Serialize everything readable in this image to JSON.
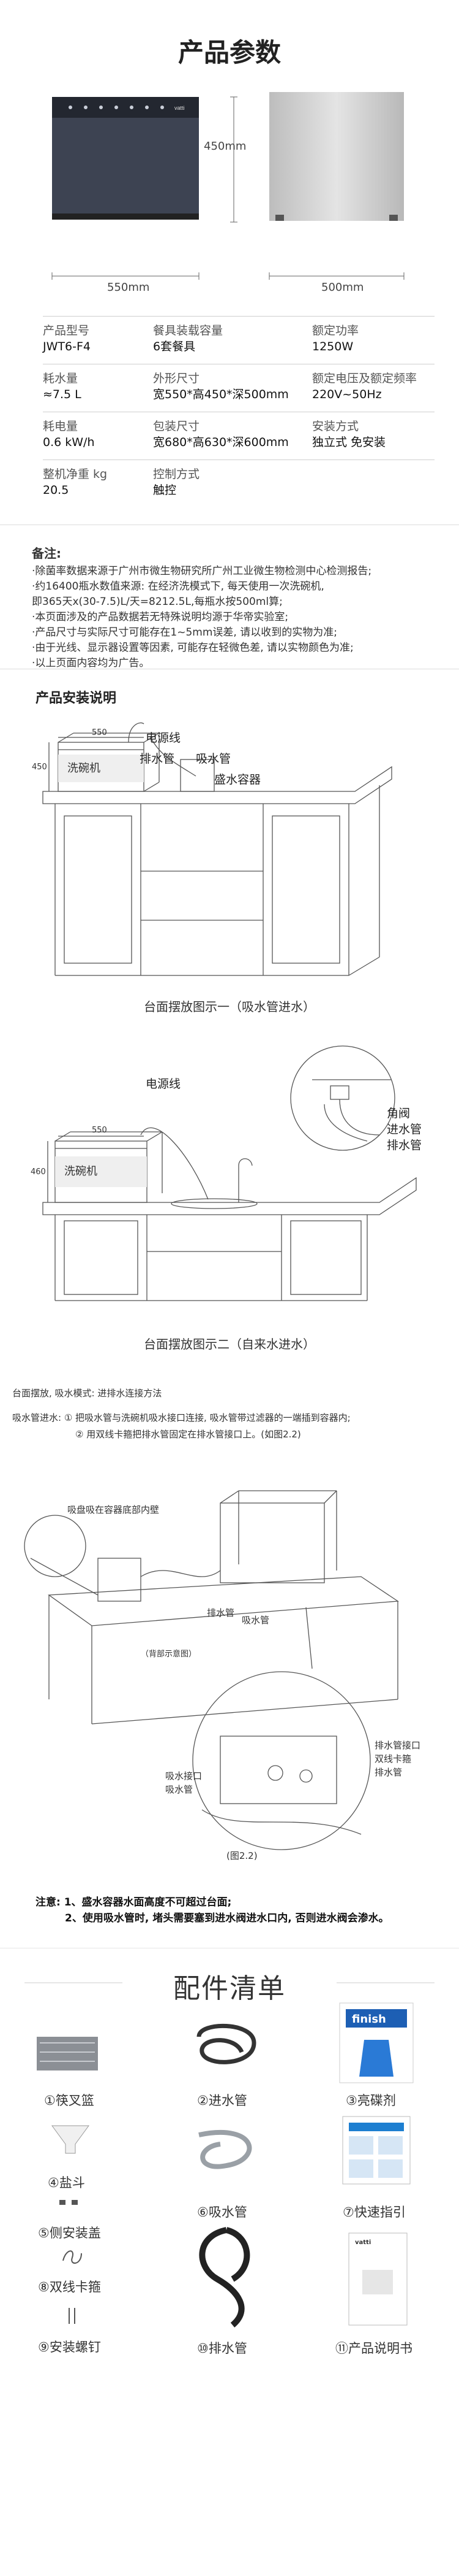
{
  "header": {
    "title": "产品参数"
  },
  "dimensions": {
    "width": "550mm",
    "height": "450mm",
    "depth": "500mm"
  },
  "specs": [
    [
      {
        "k": "产品型号",
        "v": "JWT6-F4"
      },
      {
        "k": "餐具装载容量",
        "v": "6套餐具"
      },
      {
        "k": "额定功率",
        "v": "1250W"
      }
    ],
    [
      {
        "k": "耗水量",
        "v": "≈7.5 L"
      },
      {
        "k": "外形尺寸",
        "v": "宽550*高450*深500mm"
      },
      {
        "k": "额定电压及额定频率",
        "v": "220V~50Hz"
      }
    ],
    [
      {
        "k": "耗电量",
        "v": "0.6 kW/h"
      },
      {
        "k": "包装尺寸",
        "v": "宽680*高630*深600mm"
      },
      {
        "k": "安装方式",
        "v": "独立式 免安装"
      }
    ],
    [
      {
        "k": "整机净重 kg",
        "v": "20.5"
      },
      {
        "k": "控制方式",
        "v": "触控"
      },
      {
        "k": "",
        "v": ""
      }
    ]
  ],
  "notes": {
    "title": "备注:",
    "lines": [
      "·除菌率数据来源于广州市微生物研究所广州工业微生物检测中心检测报告;",
      "·约16400瓶水数值来源: 在经济洗模式下, 每天使用一次洗碗机,",
      "  即365天x(30-7.5)L/天=8212.5L,每瓶水按500ml算;",
      "·本页面涉及的产品数据若无特殊说明均源于华帝实验室;",
      "·产品尺寸与实际尺寸可能存在1~5mm误差, 请以收到的实物为准;",
      "·由于光线、显示器设置等因素, 可能存在轻微色差, 请以实物颜色为准;",
      "·以上页面内容均为广告。"
    ]
  },
  "install": {
    "title": "产品安装说明",
    "diagram1": {
      "power": "电源线",
      "drain": "排水管",
      "suction": "吸水管",
      "container": "盛水容器",
      "machine": "洗碗机",
      "w": "550",
      "h": "450",
      "caption": "台面摆放图示一（吸水管进水）"
    },
    "diagram2": {
      "power": "电源线",
      "valve": "角阀",
      "inlet": "进水管",
      "drain": "排水管",
      "machine": "洗碗机",
      "w": "550",
      "h": "460",
      "caption": "台面摆放图示二（自来水进水）"
    },
    "method": {
      "line1": "台面摆放, 吸水模式: 进排水连接方法",
      "line2": "吸水管进水: ① 把吸水管与洗碗机吸水接口连接, 吸水管带过滤器的一端插到容器内;",
      "line3": "② 用双线卡箍把排水管固定在排水管接口上。(如图2.2)"
    },
    "diagram3": {
      "tip": "吸盘吸在容器底部内壁",
      "drain": "排水管",
      "suction": "吸水管",
      "back": "（背部示意图）",
      "drain_port": "排水管接口",
      "clamp": "双线卡箍",
      "drain2": "排水管",
      "suction_port": "吸水接口",
      "suction2": "吸水管",
      "fig": "(图2.2)"
    },
    "warnings": [
      "注意: 1、盛水容器水面高度不可超过台面;",
      "2、使用吸水管时, 堵头需要塞到进水阀进水口内, 否则进水阀会渗水。"
    ]
  },
  "accessories": {
    "title": "配件清单",
    "items": [
      {
        "label": "①筷叉篮"
      },
      {
        "label": "②进水管"
      },
      {
        "label": "③亮碟剂"
      },
      {
        "label": "④盐斗"
      },
      {
        "label": "⑥吸水管"
      },
      {
        "label": "⑦快速指引"
      },
      {
        "label": "⑤侧安装盖"
      },
      {
        "label": "⑧双线卡箍"
      },
      {
        "label": "⑨安装螺钉"
      },
      {
        "label": "⑩排水管"
      },
      {
        "label": "⑪产品说明书"
      }
    ],
    "finish_brand": "finish",
    "manual_brand": "vatti"
  }
}
